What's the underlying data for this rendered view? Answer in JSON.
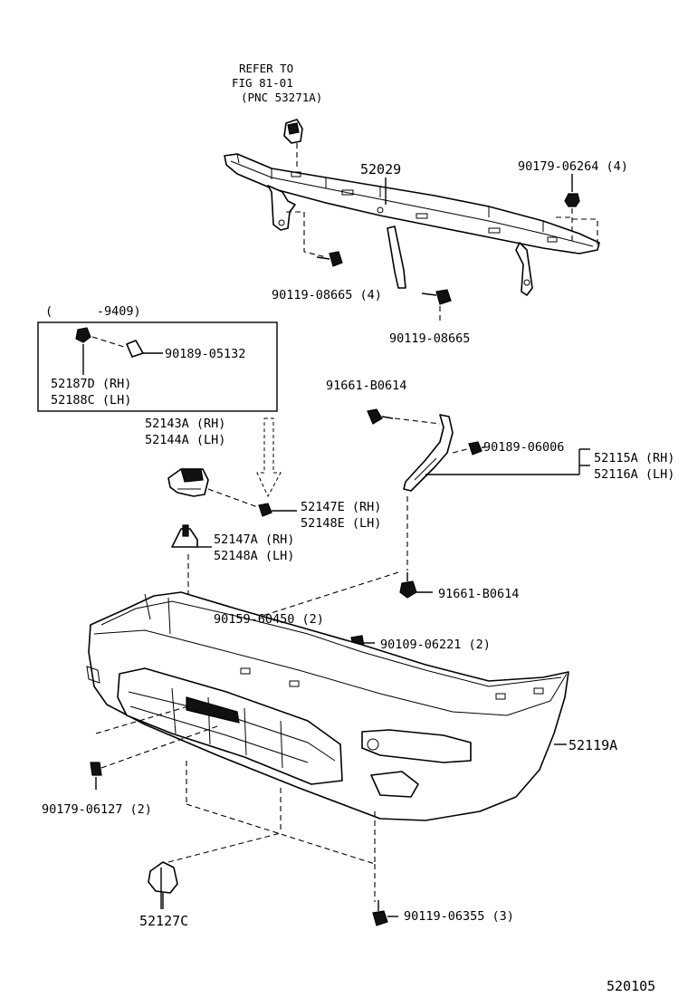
{
  "parts": {
    "refer_line1": "REFER TO",
    "refer_line2": "FIG 81-01",
    "refer_line3": "(PNC 53271A)",
    "p52029": "52029",
    "p90179_06264": "90179-06264 (4)",
    "p90119_08665_4": "90119-08665 (4)",
    "p90119_08665": "90119-08665",
    "box_header": "(      -9409)",
    "p90189_05132": "90189-05132",
    "p52187D": "52187D (RH)",
    "p52188C": "52188C (LH)",
    "p91661_top": "91661-B0614",
    "p52143A": "52143A (RH)",
    "p52144A": "52144A (LH)",
    "p90189_06006": "90189-06006",
    "p52115A": "52115A (RH)",
    "p52116A": "52116A (LH)",
    "p52147E": "52147E (RH)",
    "p52148E": "52148E (LH)",
    "p52147A": "52147A (RH)",
    "p52148A": "52148A (LH)",
    "p91661_bottom": "91661-B0614",
    "p90159_60450": "90159-60450 (2)",
    "p90109_06221": "90109-06221 (2)",
    "p52119A": "52119A",
    "p90179_06127": "90179-06127 (2)",
    "p52127C": "52127C",
    "p90119_06355": "90119-06355 (3)",
    "figure_number": "520105"
  }
}
